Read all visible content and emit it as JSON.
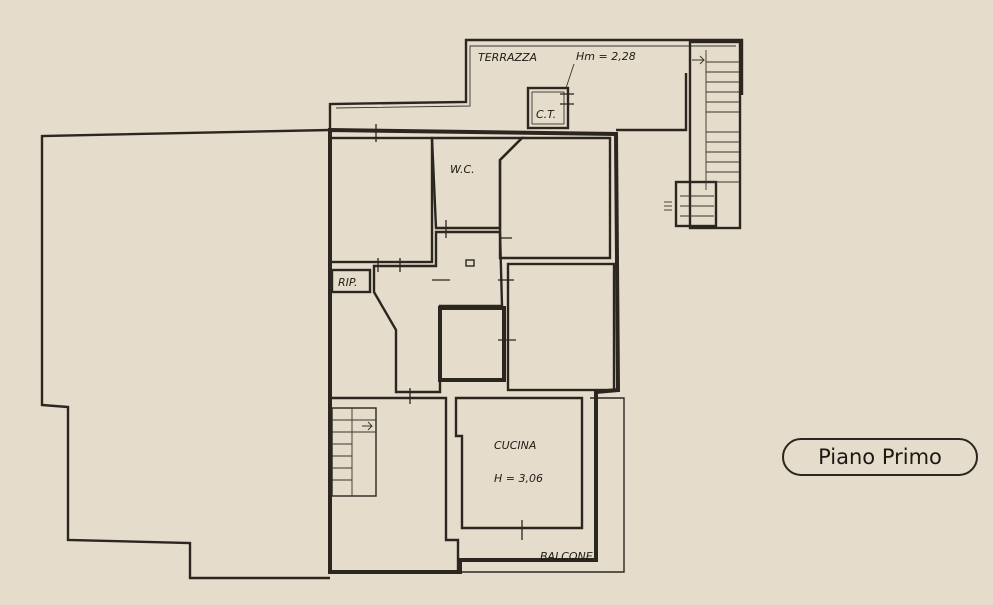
{
  "labels": {
    "terrazza": "TERRAZZA",
    "hm": "Hm = 2,28",
    "ct": "C.T.",
    "wc": "W.C.",
    "rip": "RIP.",
    "cucina": "CUCINA",
    "h": "H = 3,06",
    "balcone": "BALCONE"
  },
  "floor_title": "Piano Primo"
}
